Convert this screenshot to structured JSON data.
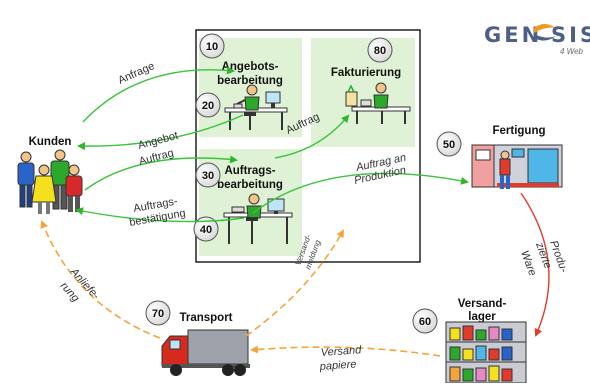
{
  "logo": {
    "text_left": "GEN",
    "text_right": "SIS",
    "subtext": "4 Web",
    "colors": {
      "blue": "#4d5f86",
      "orange": "#f19a1f"
    }
  },
  "nodes": {
    "n10": {
      "number": "10",
      "label_1": "Angebots-",
      "label_2": "bearbeitung"
    },
    "n20": {
      "number": "20"
    },
    "n30": {
      "number": "30",
      "label_1": "Auftrags-",
      "label_2": "bearbeitung"
    },
    "n40": {
      "number": "40"
    },
    "n50": {
      "number": "50",
      "label": "Fertigung"
    },
    "n60": {
      "number": "60",
      "label_1": "Versand-",
      "label_2": "lager"
    },
    "n70": {
      "number": "70",
      "label": "Transport"
    },
    "n80": {
      "number": "80",
      "label": "Fakturierung"
    },
    "kunden": {
      "label": "Kunden"
    }
  },
  "flows": {
    "anfrage": "Anfrage",
    "angebot": "Angebot",
    "auftrag_kunde": "Auftrag",
    "auftrag_faktura": "Auftrag",
    "auftragsbestaetigung_1": "Auftrags-",
    "auftragsbestaetigung_2": "bestätigung",
    "auftrag_produktion_1": "Auftrag an",
    "auftrag_produktion_2": "Produktion",
    "produzierte_ware_1": "Produ-",
    "produzierte_ware_2": "zierte",
    "produzierte_ware_3": "Ware",
    "versandpapiere_1": "Versand",
    "versandpapiere_2": "papiere",
    "anlieferung_1": "Anliefe-",
    "anlieferung_2": "rung",
    "versandmeldung_1": "Versand-",
    "versandmeldung_2": "meldung"
  },
  "colors": {
    "green": "#39c439",
    "orange": "#f3a53a",
    "red": "#e23b2b",
    "panel": "#dff2d6"
  }
}
